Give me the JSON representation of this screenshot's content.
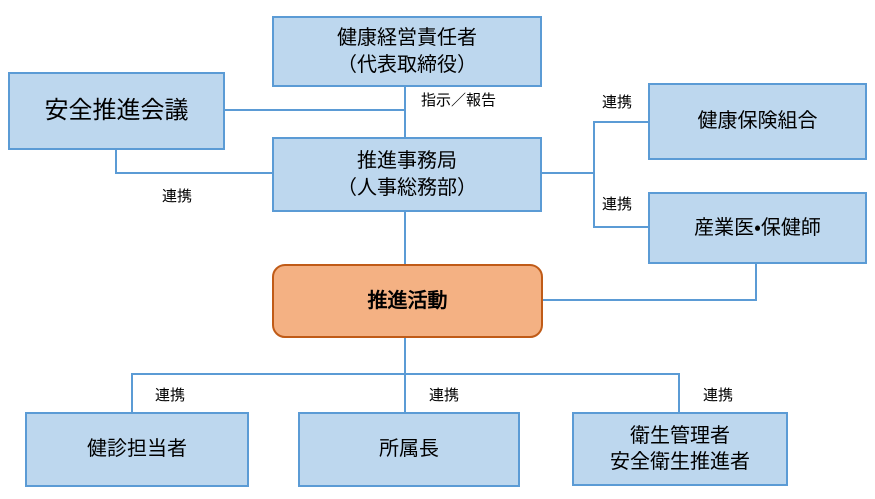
{
  "diagram": {
    "nodes": {
      "executive": {
        "line1": "健康経営責任者",
        "line2": "（代表取締役）"
      },
      "council": {
        "label": "安全推進会議"
      },
      "secretariat": {
        "line1": "推進事務局",
        "line2": "（人事総務部）"
      },
      "insurance": {
        "label": "健康保険組合"
      },
      "physician": {
        "label": "産業医・保健師"
      },
      "activity": {
        "label": "推進活動"
      },
      "checkup": {
        "label": "健診担当者"
      },
      "manager": {
        "label": "所属長"
      },
      "hygiene": {
        "line1": "衛生管理者",
        "line2": "安全衛生推進者"
      }
    },
    "edge_labels": {
      "instruct_report": "指示／報告",
      "renkei_council": "連携",
      "renkei_insurance": "連携",
      "renkei_physician": "連携",
      "renkei_checkup": "連携",
      "renkei_manager": "連携",
      "renkei_hygiene": "連携"
    },
    "colors": {
      "box_fill": "#BDD7EE",
      "box_border": "#5B9BD5",
      "line_color": "#5B9BD5",
      "accent_fill": "#F4B183",
      "accent_border": "#C05B17",
      "text_color": "#000000",
      "bg": "#FFFFFF"
    }
  }
}
